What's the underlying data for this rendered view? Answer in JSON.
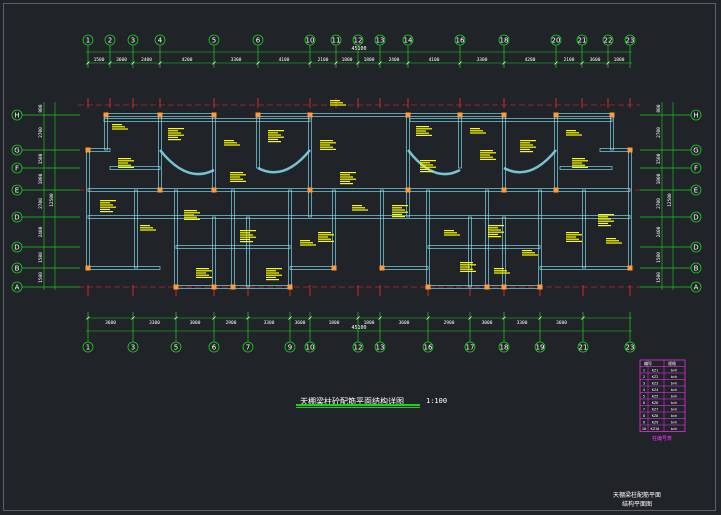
{
  "drawing": {
    "title": "天棚梁柱砼配筋平面结构详图",
    "scale": "1:100",
    "corner_title": "天棚梁柱配筋平面",
    "corner_subtitle": "结构平面图",
    "table_caption": "柱编号表"
  },
  "axes": {
    "top_numbers": [
      "1",
      "2",
      "3",
      "4",
      "5",
      "6",
      "10",
      "11",
      "12",
      "13",
      "14",
      "16",
      "18",
      "20",
      "21",
      "22",
      "23"
    ],
    "bottom_numbers": [
      "1",
      "3",
      "5",
      "6",
      "7",
      "9",
      "10",
      "12",
      "13",
      "16",
      "17",
      "18",
      "19",
      "21",
      "23"
    ],
    "left_letters": [
      "H",
      "G",
      "F",
      "E",
      "D",
      "D",
      "B",
      "A"
    ],
    "right_letters": [
      "H",
      "G",
      "F",
      "E",
      "D",
      "D",
      "B",
      "A"
    ]
  },
  "dimensions": {
    "top_total": "45100",
    "top_segments": [
      "1500",
      "3600",
      "2400",
      "4200",
      "3300",
      "4100",
      "2100",
      "1800",
      "1800",
      "2400",
      "4100",
      "3300",
      "4200",
      "2100",
      "3600",
      "1800"
    ],
    "bottom_total": "45100",
    "bottom_segments": [
      "3600",
      "3300",
      "3000",
      "2900",
      "3300",
      "3600",
      "1800",
      "1800",
      "3600",
      "2900",
      "3000",
      "3300",
      "3600"
    ],
    "left_segments": [
      "800",
      "2700",
      "1500",
      "1800",
      "2700",
      "2400",
      "1500",
      "1500"
    ],
    "left_total": "12500",
    "right_segments": [
      "800",
      "2700",
      "1500",
      "1800",
      "2700",
      "2400",
      "1500",
      "1500"
    ],
    "right_total": "12500"
  },
  "legend_table": {
    "header": [
      "编号",
      "规格"
    ],
    "rows": [
      [
        "1",
        "KZ1",
        "b×h"
      ],
      [
        "2",
        "KZ2",
        "b×h"
      ],
      [
        "3",
        "KZ3",
        "b×h"
      ],
      [
        "4",
        "KZ4",
        "b×h"
      ],
      [
        "5",
        "KZ5",
        "b×h"
      ],
      [
        "6",
        "KZ6",
        "b×h"
      ],
      [
        "7",
        "KZ7",
        "b×h"
      ],
      [
        "8",
        "KZ8",
        "b×h"
      ],
      [
        "9",
        "KZ9",
        "b×h"
      ],
      [
        "10",
        "KZ10",
        "b×h"
      ]
    ]
  },
  "colors": {
    "background": "#202328",
    "axis": "#19d219",
    "wall": "#7fd6e6",
    "cut_line": "#ff2a2a",
    "annotation": "#ffff00",
    "table": "#ff33ff",
    "text": "#ffffff"
  }
}
